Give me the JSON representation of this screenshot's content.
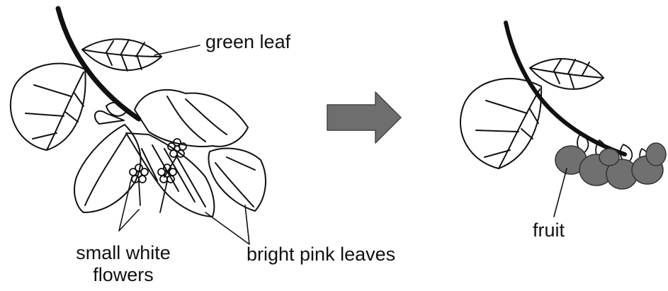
{
  "labels": {
    "green_leaf": "green leaf",
    "small_white_flowers_line1": "small white",
    "small_white_flowers_line2": "flowers",
    "bright_pink_leaves": "bright pink leaves",
    "fruit": "fruit"
  },
  "colors": {
    "ink": "#111111",
    "arrow": "#6e6e6e",
    "fruit": "#707070"
  }
}
